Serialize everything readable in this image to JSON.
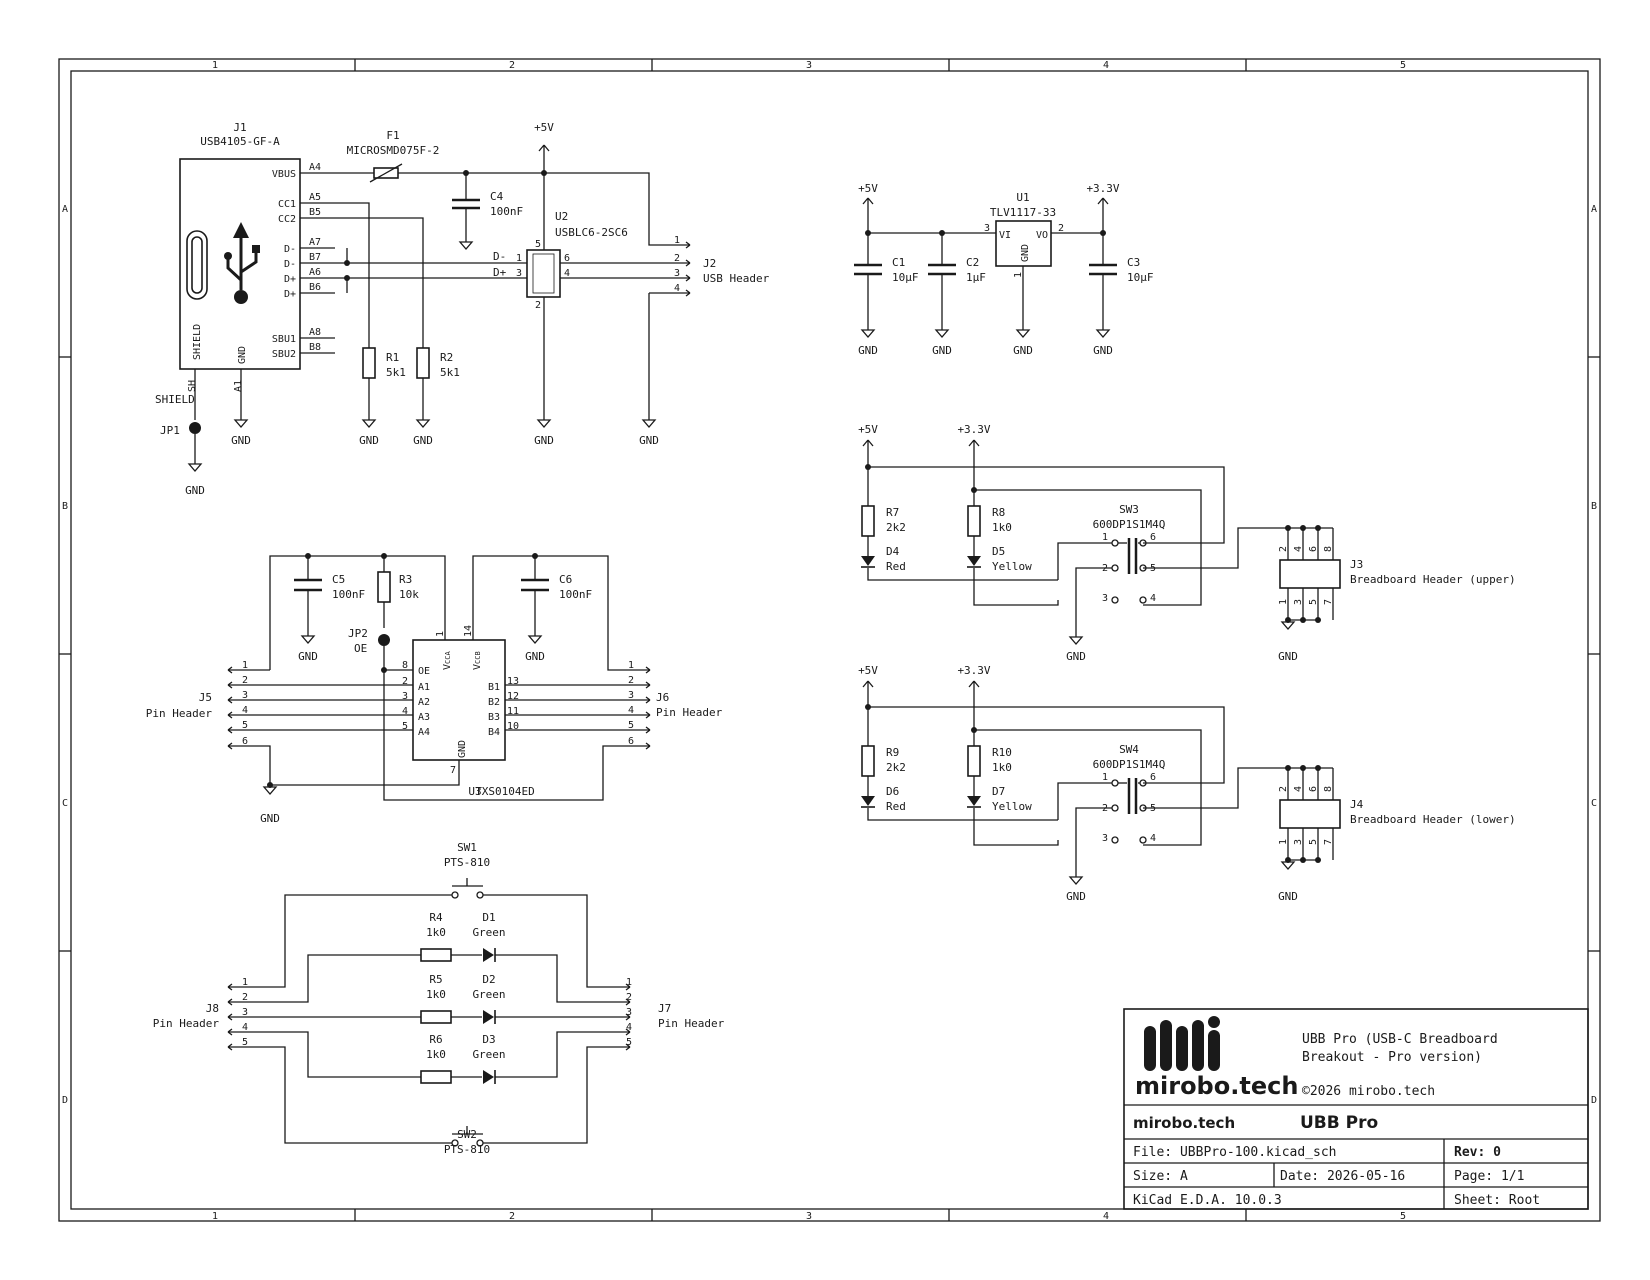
{
  "frame": {
    "cols": [
      "1",
      "2",
      "3",
      "4",
      "5"
    ],
    "rows": [
      "A",
      "B",
      "C",
      "D"
    ]
  },
  "power": {
    "p5v": "+5V",
    "p33v": "+3.3V",
    "gnd": "GND"
  },
  "usb": {
    "j1_ref": "J1",
    "j1_val": "USB4105-GF-A",
    "j1_pins": [
      "VBUS",
      "CC1",
      "CC2",
      "D-",
      "D-",
      "D+",
      "D+",
      "SBU1",
      "SBU2"
    ],
    "j1_pinnums": [
      "A4",
      "A5",
      "B5",
      "A7",
      "B7",
      "A6",
      "B6",
      "A8",
      "B8"
    ],
    "shield_label": "SHIELD",
    "gnd_label": "GND",
    "a1": "A1",
    "sh": "SH",
    "shield_net": "SHIELD",
    "jp1": "JP1",
    "f1_ref": "F1",
    "f1_val": "MICROSMD075F-2",
    "c4_ref": "C4",
    "c4_val": "100nF",
    "u2_ref": "U2",
    "u2_val": "USBLC6-2SC6",
    "r1_ref": "R1",
    "r1_val": "5k1",
    "r2_ref": "R2",
    "r2_val": "5k1",
    "dminus": "D-",
    "dplus": "D+",
    "u2_pins": [
      "1",
      "3",
      "6",
      "4",
      "5",
      "2"
    ],
    "j2_ref": "J2",
    "j2_val": "USB Header",
    "j2_pins": [
      "1",
      "2",
      "3",
      "4"
    ]
  },
  "reg": {
    "u1_ref": "U1",
    "u1_val": "TLV1117-33",
    "vi": "VI",
    "vo": "VO",
    "gnd": "GND",
    "pin3": "3",
    "pin2": "2",
    "pin1": "1",
    "c1_ref": "C1",
    "c1_val": "10µF",
    "c2_ref": "C2",
    "c2_val": "1µF",
    "c3_ref": "C3",
    "c3_val": "10µF"
  },
  "leds_upper": {
    "r7_ref": "R7",
    "r7_val": "2k2",
    "d4_ref": "D4",
    "d4_val": "Red",
    "r8_ref": "R8",
    "r8_val": "1k0",
    "d5_ref": "D5",
    "d5_val": "Yellow",
    "sw_ref": "SW3",
    "sw_val": "600DP1S1M4Q",
    "j_ref": "J3",
    "j_val": "Breadboard Header (upper)"
  },
  "leds_lower": {
    "r9_ref": "R9",
    "r9_val": "2k2",
    "d6_ref": "D6",
    "d6_val": "Red",
    "r10_ref": "R10",
    "r10_val": "1k0",
    "d7_ref": "D7",
    "d7_val": "Yellow",
    "sw_ref": "SW4",
    "sw_val": "600DP1S1M4Q",
    "j_ref": "J4",
    "j_val": "Breadboard Header (lower)"
  },
  "sw_pins": [
    "1",
    "2",
    "3",
    "6",
    "5",
    "4"
  ],
  "bb_pins_top": [
    "2",
    "4",
    "6",
    "8"
  ],
  "bb_pins_bot": [
    "1",
    "3",
    "5",
    "7"
  ],
  "shifter": {
    "c5_ref": "C5",
    "c5_val": "100nF",
    "r3_ref": "R3",
    "r3_val": "10k",
    "c6_ref": "C6",
    "c6_val": "100nF",
    "jp2_ref": "JP2",
    "jp2_val": "OE",
    "u3_ref": "U3",
    "u3_val": "TXS0104ED",
    "left_pins": [
      "OE",
      "A1",
      "A2",
      "A3",
      "A4"
    ],
    "left_nums": [
      "8",
      "2",
      "3",
      "4",
      "5"
    ],
    "right_pins": [
      "B1",
      "B2",
      "B3",
      "B4"
    ],
    "right_nums": [
      "13",
      "12",
      "11",
      "10"
    ],
    "vcca": "V",
    "vcca_sub": "CCA",
    "vccb": "V",
    "vccb_sub": "CCB",
    "pin1": "1",
    "pin14": "14",
    "pin7": "7",
    "gnd": "GND",
    "j5_ref": "J5",
    "j5_val": "Pin Header",
    "j6_ref": "J6",
    "j6_val": "Pin Header",
    "hdr_pins": [
      "1",
      "2",
      "3",
      "4",
      "5",
      "6"
    ]
  },
  "buttons": {
    "sw1_ref": "SW1",
    "sw1_val": "PTS-810",
    "sw2_ref": "SW2",
    "sw2_val": "PTS-810",
    "r4_ref": "R4",
    "r4_val": "1k0",
    "r5_ref": "R5",
    "r5_val": "1k0",
    "r6_ref": "R6",
    "r6_val": "1k0",
    "d1_ref": "D1",
    "d1_val": "Green",
    "d2_ref": "D2",
    "d2_val": "Green",
    "d3_ref": "D3",
    "d3_val": "Green",
    "j8_ref": "J8",
    "j8_val": "Pin Header",
    "j7_ref": "J7",
    "j7_val": "Pin Header",
    "hdr_pins": [
      "1",
      "2",
      "3",
      "4",
      "5"
    ]
  },
  "title_block": {
    "logo": "mirobo.tech",
    "desc_line1": "UBB Pro (USB-C Breadboard",
    "desc_line2": "Breakout - Pro version)",
    "copyright": "©2026 mirobo.tech",
    "company": "mirobo.tech",
    "title": "UBB Pro",
    "file": "File: UBBPro-100.kicad_sch",
    "rev": "Rev: 0",
    "size": "Size: A",
    "date": "Date: 2026-05-16",
    "page": "Page: 1/1",
    "tool": "KiCad E.D.A. 10.0.3",
    "sheet": "Sheet: Root"
  }
}
